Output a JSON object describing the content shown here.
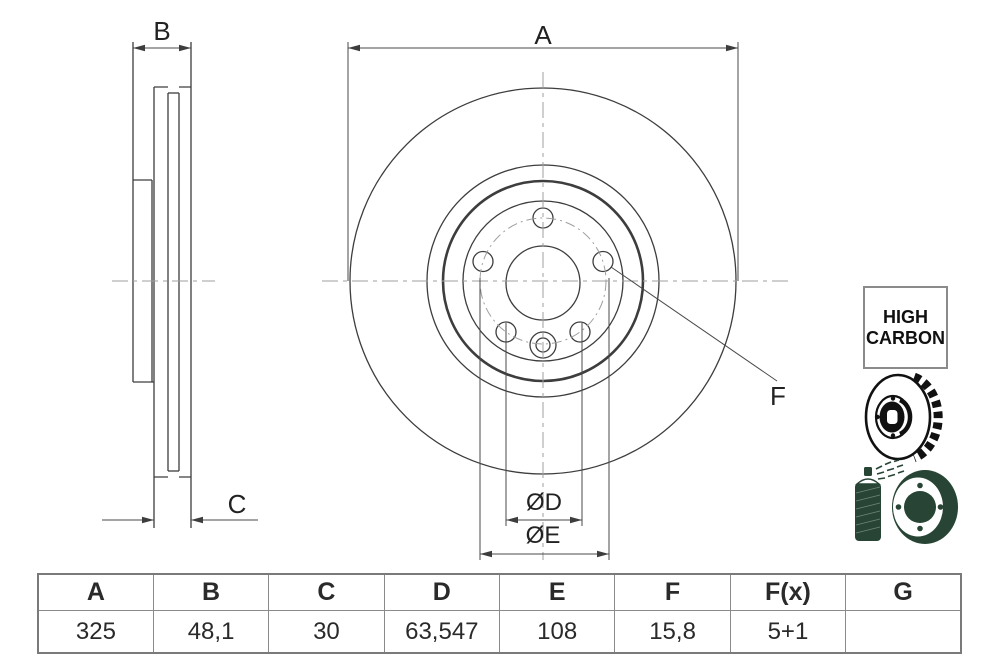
{
  "drawing": {
    "labels": {
      "a": "A",
      "b": "B",
      "c": "C",
      "f": "F",
      "od": "ØD",
      "oe": "ØE"
    }
  },
  "badges": {
    "high_carbon": {
      "line1": "HIGH",
      "line2": "CARBON"
    }
  },
  "icons": {
    "vented_disc": "vented-brake-disc-icon",
    "coating_spray": "spray-coated-disc-icon"
  },
  "table": {
    "headers": [
      "A",
      "B",
      "C",
      "D",
      "E",
      "F",
      "F(x)",
      "G"
    ],
    "values": [
      "325",
      "48,1",
      "30",
      "63,547",
      "108",
      "15,8",
      "5+1",
      ""
    ]
  },
  "colors": {
    "part_line": "#3d3d3d",
    "dim_line": "#4a4a4a",
    "centerline": "#9f9f9f",
    "icon_black": "#111111",
    "icon_green": "#274434",
    "table_border": "#8a8a8a"
  }
}
